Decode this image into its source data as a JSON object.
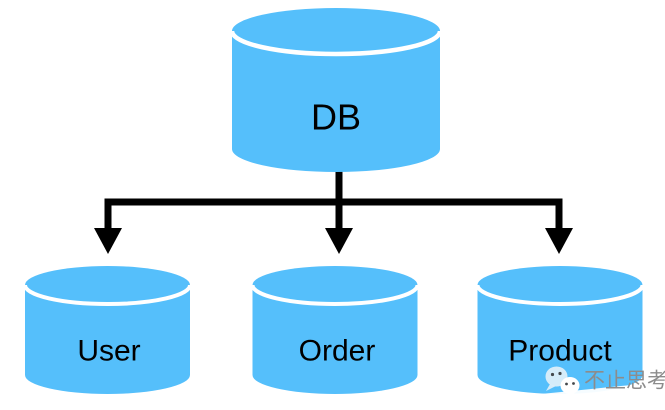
{
  "diagram": {
    "kind": "database-architecture-diagram",
    "nodes": {
      "root": {
        "label": "DB",
        "shape": "cylinder"
      },
      "children": [
        {
          "label": "User",
          "shape": "cylinder"
        },
        {
          "label": "Order",
          "shape": "cylinder"
        },
        {
          "label": "Product",
          "shape": "cylinder"
        }
      ]
    },
    "edges": [
      {
        "from": "DB",
        "to": "User",
        "style": "arrow"
      },
      {
        "from": "DB",
        "to": "Order",
        "style": "arrow"
      },
      {
        "from": "DB",
        "to": "Product",
        "style": "arrow"
      }
    ],
    "colors": {
      "cylinder_fill": "#55BFFB",
      "seam": "#FFFFFF",
      "connector": "#000000",
      "label_text": "#000000"
    },
    "watermark": {
      "icon": "wechat-icon",
      "text": "不止思考",
      "text_color": "#8C8C8C"
    }
  }
}
